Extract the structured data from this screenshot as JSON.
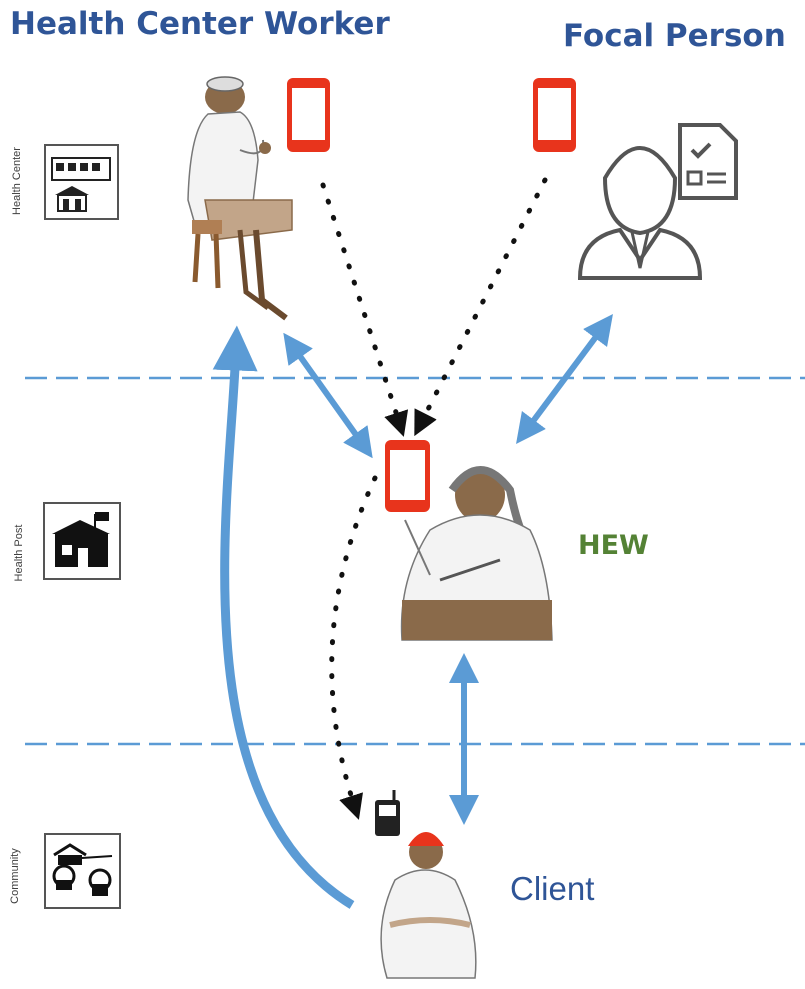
{
  "titles": {
    "health_center_worker": "Health Center Worker",
    "focal_person": "Focal Person",
    "hew": "HEW",
    "client": "Client"
  },
  "levels": {
    "health_center": "Health Center",
    "health_post": "Health Post",
    "community": "Community"
  },
  "colors": {
    "title_blue": "#2f5597",
    "hew_green": "#548235",
    "arrow_blue": "#5b9bd5",
    "divider_blue": "#5b9bd5",
    "phone_red": "#e8341c"
  },
  "icons": [
    "health-center-building-icon",
    "health-post-building-icon",
    "community-houses-icon",
    "smartphone-icon",
    "feature-phone-icon",
    "focal-person-icon",
    "document-checklist-icon"
  ]
}
